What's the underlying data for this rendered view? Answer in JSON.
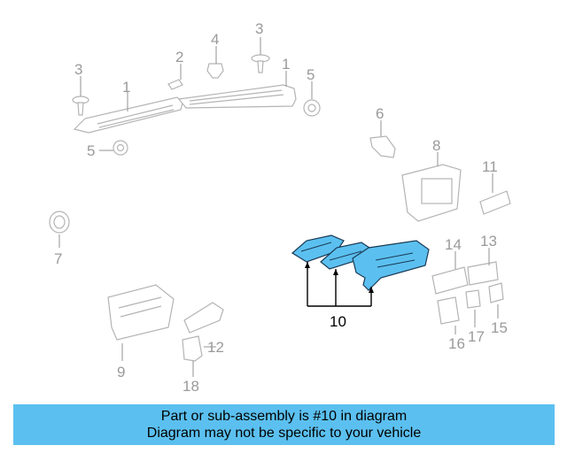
{
  "diagram": {
    "highlight_color": "#5bc0f0",
    "callouts": {
      "c3a": "3",
      "c1a": "1",
      "c2": "2",
      "c4": "4",
      "c3b": "3",
      "c1b": "1",
      "c5a": "5",
      "c5b": "5",
      "c6": "6",
      "c8": "8",
      "c11": "11",
      "c7": "7",
      "c14": "14",
      "c13": "13",
      "c10": "10",
      "c9": "9",
      "c12": "12",
      "c16": "16",
      "c17": "17",
      "c15": "15",
      "c18": "18"
    }
  },
  "banner": {
    "line1": "Part or sub-assembly is #10 in diagram",
    "line2": "Diagram may not be specific to your vehicle"
  }
}
